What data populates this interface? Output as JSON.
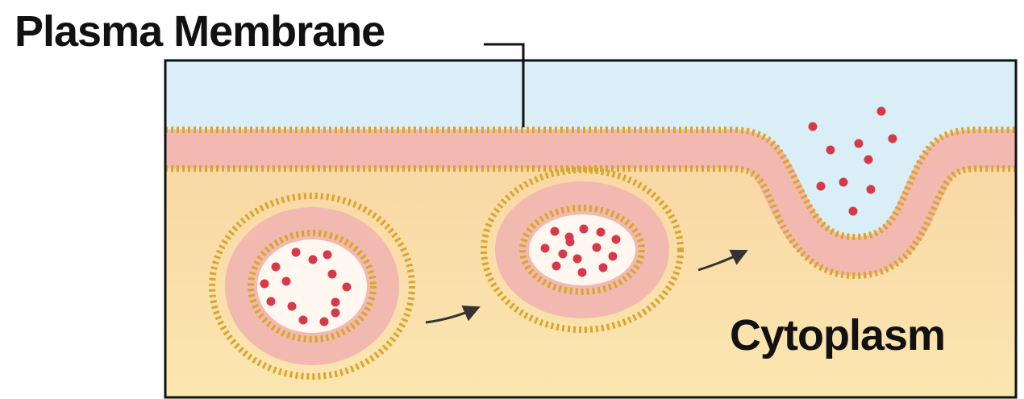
{
  "labels": {
    "membrane": "Plasma Membrane",
    "cytoplasm": "Cytoplasm"
  },
  "structures": [
    "plasma-membrane",
    "membrane-invagination",
    "vesicle-budding",
    "vesicle-free"
  ],
  "colors": {
    "extracellular": "#d9eef6",
    "cytoplasm": "#f9dca0",
    "membrane_fill": "#f2b9b0",
    "lipid_heads": "#d9a52a",
    "particles": "#d63a4a",
    "outline": "#111111"
  }
}
